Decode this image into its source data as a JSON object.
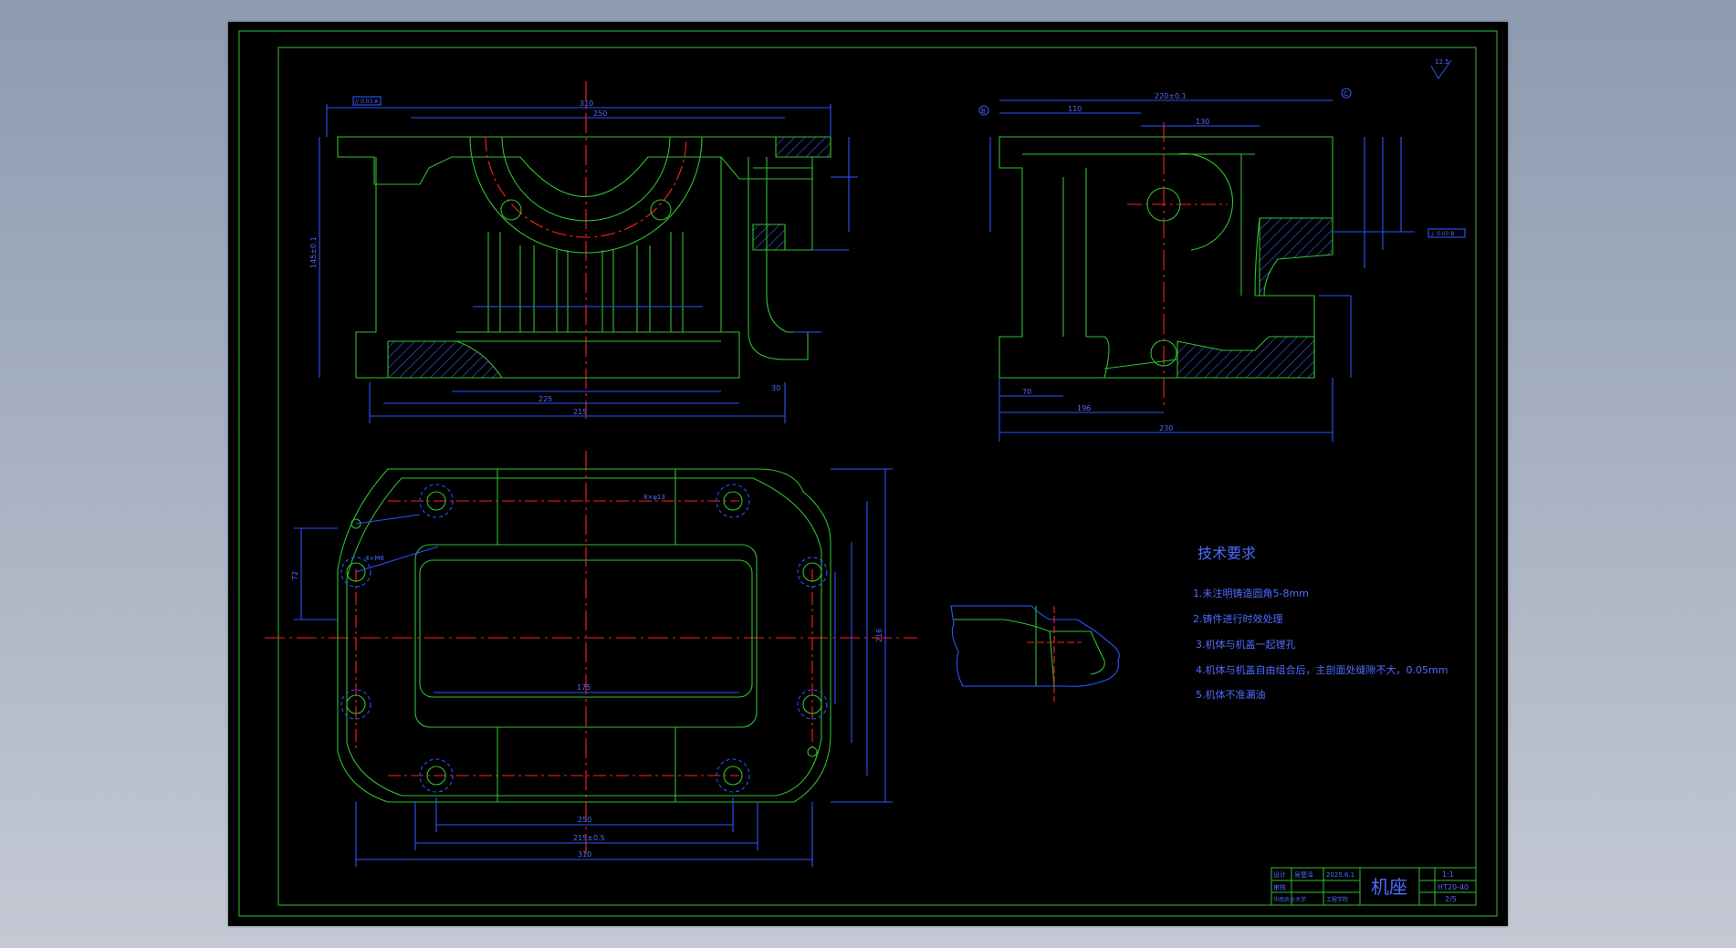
{
  "part_name": "机座",
  "notes": {
    "title": "技术要求",
    "items": [
      "1.未注明铸造圆角5-8mm",
      "2.铸件进行时效处理",
      "3.机体与机盖一起镗孔",
      "4.机体与机盖自由组合后，主剖面处缝隙不大，0.05mm",
      "5.机体不准漏油"
    ]
  },
  "title_block": {
    "scale": "1:1",
    "drawing_no": "HT20-40",
    "sheet": "2/5",
    "row1": [
      "设计",
      "吴楚泽",
      "2025.6.1"
    ],
    "row2": [
      "审核",
      "",
      ""
    ],
    "row3": [
      "华南农业大学",
      "工程学院",
      ""
    ]
  },
  "dims": {
    "front_overall": "310",
    "front_top": "250",
    "front_height": "145±0.1",
    "front_base": "215",
    "front_base2": "225",
    "front_small": "30",
    "side_overall": "230",
    "side_top": "220±0.1",
    "side_left": "110",
    "side_mid": "130",
    "side_base": "196",
    "side_small": "70",
    "top_width": "250",
    "top_mid": "215±0.5",
    "top_outer": "310",
    "top_height": "216",
    "top_inner": "175",
    "top_left": "72",
    "bolt_note": "8×φ13",
    "slot_note": "4×M8",
    "roughness": "12.5",
    "datum_b": "B",
    "datum_c": "C",
    "tol1": "// 0.03 A",
    "tol2": "⊥ 0.03 B"
  },
  "colors": {
    "sheet": "#000000",
    "outline": "#2fbf2f",
    "dimension": "#2b54ff",
    "center": "#ff2020",
    "hatch": "#3a64ff",
    "text": "#4f6bff"
  }
}
